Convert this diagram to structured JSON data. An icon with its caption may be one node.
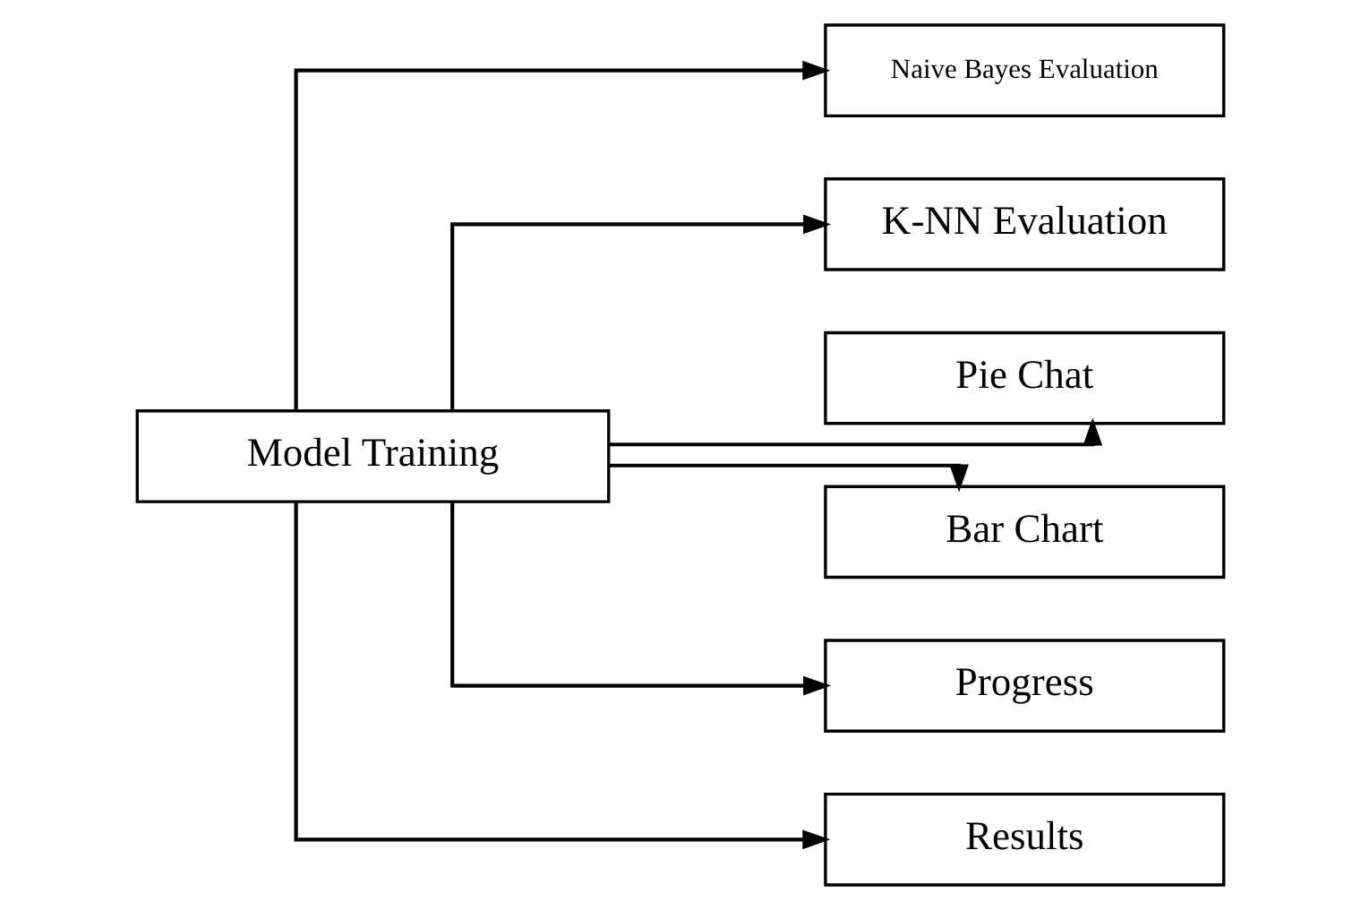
{
  "diagram": {
    "nodes": [
      {
        "text": [
          "Model Training"
        ]
      },
      {
        "text": [
          "Naive Bayes Evaluation"
        ]
      },
      {
        "text": [
          "K-NN Evaluation"
        ]
      },
      {
        "text": [
          "Pie Chat"
        ]
      },
      {
        "text": [
          "Bar Chart"
        ]
      },
      {
        "text": [
          "Progress"
        ]
      },
      {
        "text": [
          "Results"
        ]
      }
    ],
    "edges": [
      {
        "from": 0,
        "to": 1,
        "arrow": "to"
      },
      {
        "from": 0,
        "to": 2,
        "arrow": "to"
      },
      {
        "from": 0,
        "to": 3,
        "arrow": "to"
      },
      {
        "from": 0,
        "to": 4,
        "arrow": "to"
      },
      {
        "from": 0,
        "to": 5,
        "arrow": "to"
      },
      {
        "from": 0,
        "to": 6,
        "arrow": "to"
      }
    ]
  }
}
